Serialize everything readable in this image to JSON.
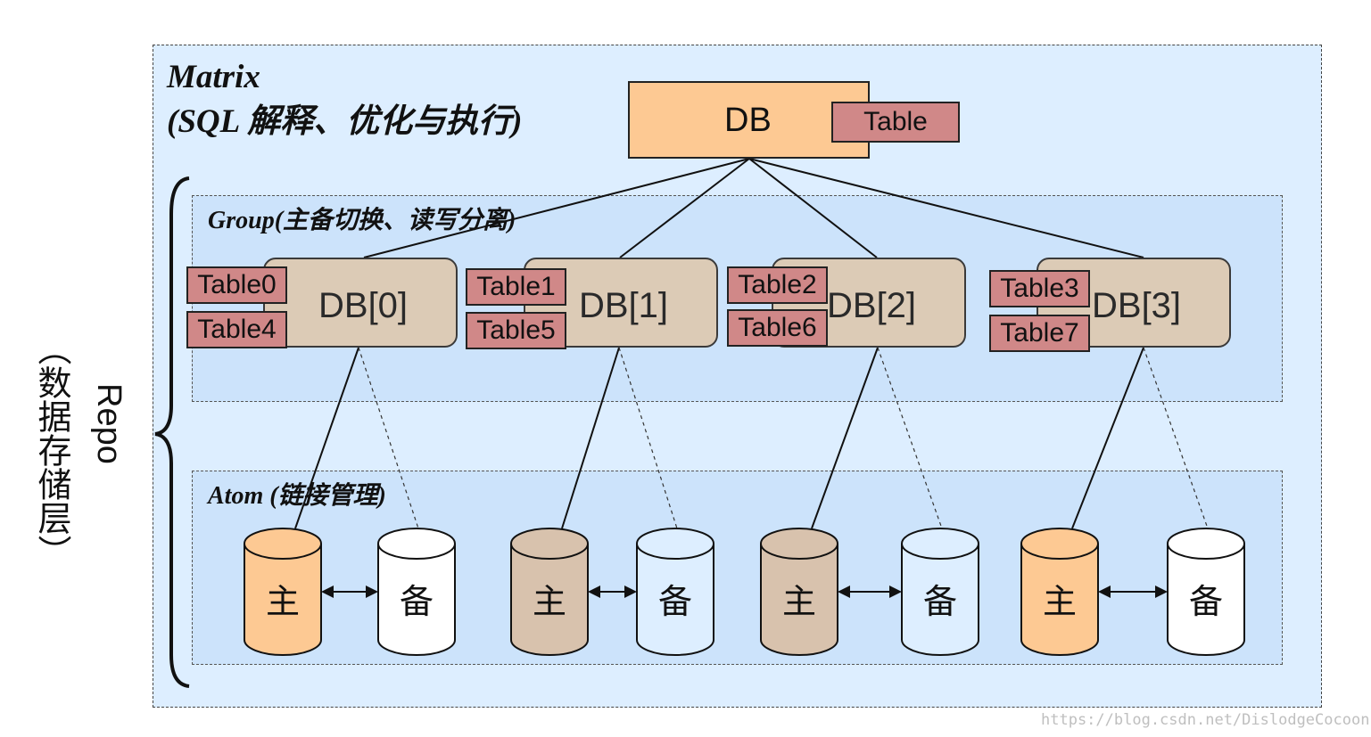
{
  "matrix": {
    "title": "Matrix",
    "subtitle": "(SQL 解释、优化与执行)"
  },
  "top_db": {
    "label": "DB",
    "table_label": "Table"
  },
  "group": {
    "title": "Group(主备切换、读写分离)"
  },
  "atom": {
    "title": "Atom (链接管理)"
  },
  "databases": [
    {
      "label": "DB[0]",
      "tables": [
        "Table0",
        "Table4"
      ]
    },
    {
      "label": "DB[1]",
      "tables": [
        "Table1",
        "Table5"
      ]
    },
    {
      "label": "DB[2]",
      "tables": [
        "Table2",
        "Table6"
      ]
    },
    {
      "label": "DB[3]",
      "tables": [
        "Table3",
        "Table7"
      ]
    }
  ],
  "atoms": [
    {
      "primary": "主",
      "standby": "备",
      "primary_color": "#fdc993",
      "standby_color": "#ffffff"
    },
    {
      "primary": "主",
      "standby": "备",
      "primary_color": "#d8c2ad",
      "standby_color": "#ddeeff"
    },
    {
      "primary": "主",
      "standby": "备",
      "primary_color": "#d8c2ad",
      "standby_color": "#ddeeff"
    },
    {
      "primary": "主",
      "standby": "备",
      "primary_color": "#fdc993",
      "standby_color": "#ffffff"
    }
  ],
  "side": {
    "repo": "Repo",
    "layer": "（数据存储层）"
  },
  "watermark": "https://blog.csdn.net/DislodgeCocoon",
  "colors": {
    "panel_outer": "#ddeeff",
    "panel_inner": "#cce3fb",
    "db_top": "#fdc993",
    "db_group": "#dccbb6",
    "table_tag": "#d08888"
  }
}
